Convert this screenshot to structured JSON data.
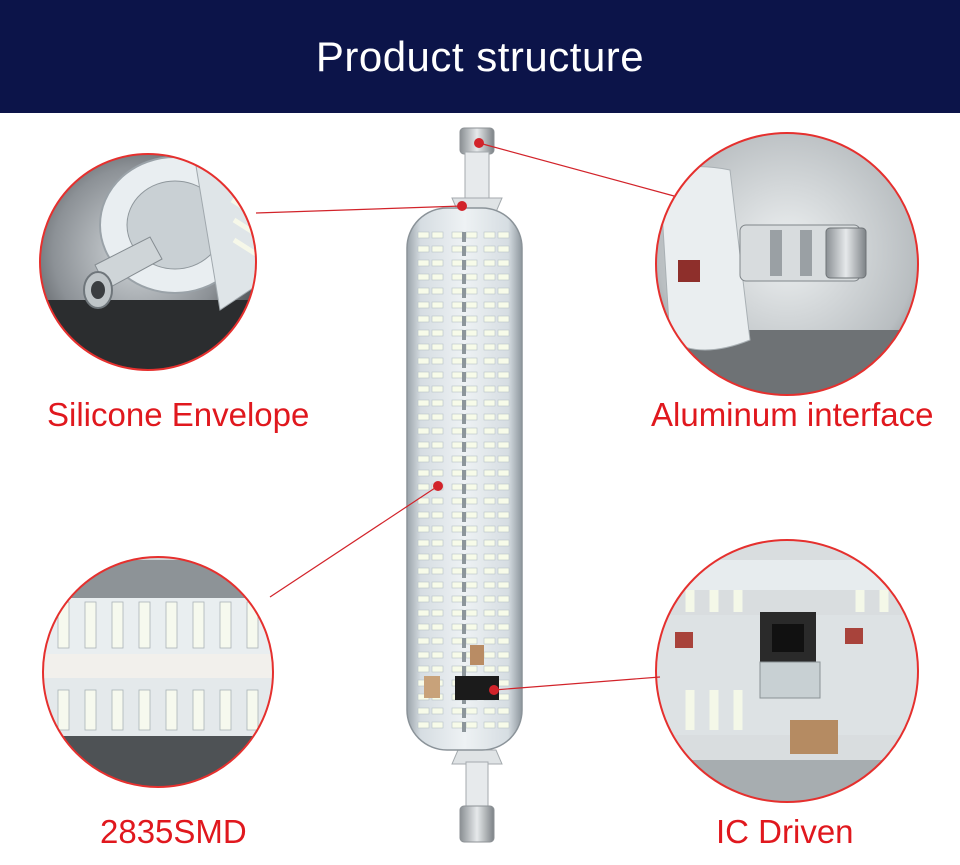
{
  "header": {
    "title": "Product structure"
  },
  "callouts": [
    {
      "id": "silicone-envelope",
      "label": "Silicone Envelope"
    },
    {
      "id": "aluminum-interface",
      "label": "Aluminum interface"
    },
    {
      "id": "smd-chips",
      "label": "2835SMD"
    },
    {
      "id": "ic-driven",
      "label": "IC Driven"
    }
  ],
  "colors": {
    "header_bg": "#0c1449",
    "header_text": "#ffffff",
    "label_red": "#e0181e",
    "leader_line": "#d2232a"
  }
}
